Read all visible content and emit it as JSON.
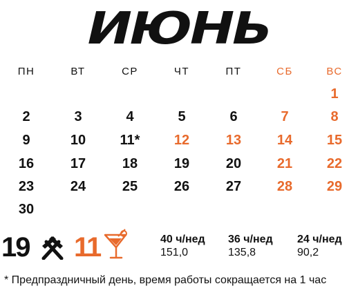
{
  "month": "ИЮНЬ",
  "colors": {
    "text": "#111111",
    "accent": "#e86a2c"
  },
  "weekdays": [
    "ПН",
    "ВТ",
    "СР",
    "ЧТ",
    "ПТ",
    "СБ",
    "ВС"
  ],
  "weeks": [
    [
      "",
      "",
      "",
      "",
      "",
      "",
      "1"
    ],
    [
      "2",
      "3",
      "4",
      "5",
      "6",
      "7",
      "8"
    ],
    [
      "9",
      "10",
      "11*",
      "12",
      "13",
      "14",
      "15"
    ],
    [
      "16",
      "17",
      "18",
      "19",
      "20",
      "21",
      "22"
    ],
    [
      "23",
      "24",
      "25",
      "26",
      "27",
      "28",
      "29"
    ],
    [
      "30",
      "",
      "",
      "",
      "",
      "",
      ""
    ]
  ],
  "holidays": [
    "12",
    "13"
  ],
  "summary": {
    "working_days": "19",
    "working_icon": "crossed-hammers-icon",
    "days_off": "11",
    "days_off_icon": "cocktail-glass-icon"
  },
  "norms": [
    {
      "label": "40 ч/нед",
      "value": "151,0"
    },
    {
      "label": "36 ч/нед",
      "value": "135,8"
    },
    {
      "label": "24 ч/нед",
      "value": "90,2"
    }
  ],
  "footnote": "* Предпраздничный день, время работы сокращается на 1 час"
}
